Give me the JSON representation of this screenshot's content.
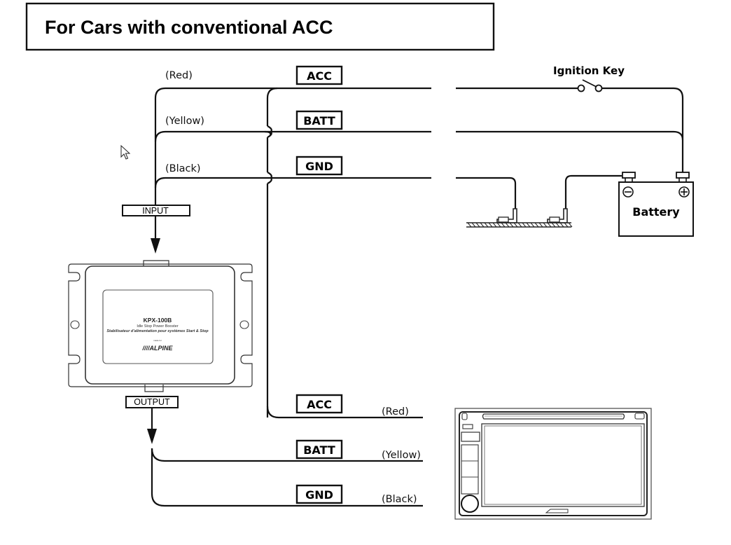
{
  "title": "For Cars with conventional ACC",
  "top_wires": [
    {
      "terminal": "ACC",
      "wire_color": "(Red)"
    },
    {
      "terminal": "BATT",
      "wire_color": "(Yellow)"
    },
    {
      "terminal": "GND",
      "wire_color": "(Black)"
    }
  ],
  "bottom_wires": [
    {
      "terminal": "ACC",
      "wire_color": "(Red)"
    },
    {
      "terminal": "BATT",
      "wire_color": "(Yellow)"
    },
    {
      "terminal": "GND",
      "wire_color": "(Black)"
    }
  ],
  "ignition_key_label": "Ignition Key",
  "battery": {
    "label": "Battery",
    "negative_symbol": "−",
    "positive_symbol": "+"
  },
  "module": {
    "input_label": "INPUT",
    "output_label": "OUTPUT",
    "model": "KPX-100B",
    "subtitle": "Idle Stop Power Booster",
    "subtitle_fr": "Stabilisateur d'alimentation pour systèmes Start & Stop",
    "made_for": "made for",
    "brand": "////ALPINE"
  }
}
